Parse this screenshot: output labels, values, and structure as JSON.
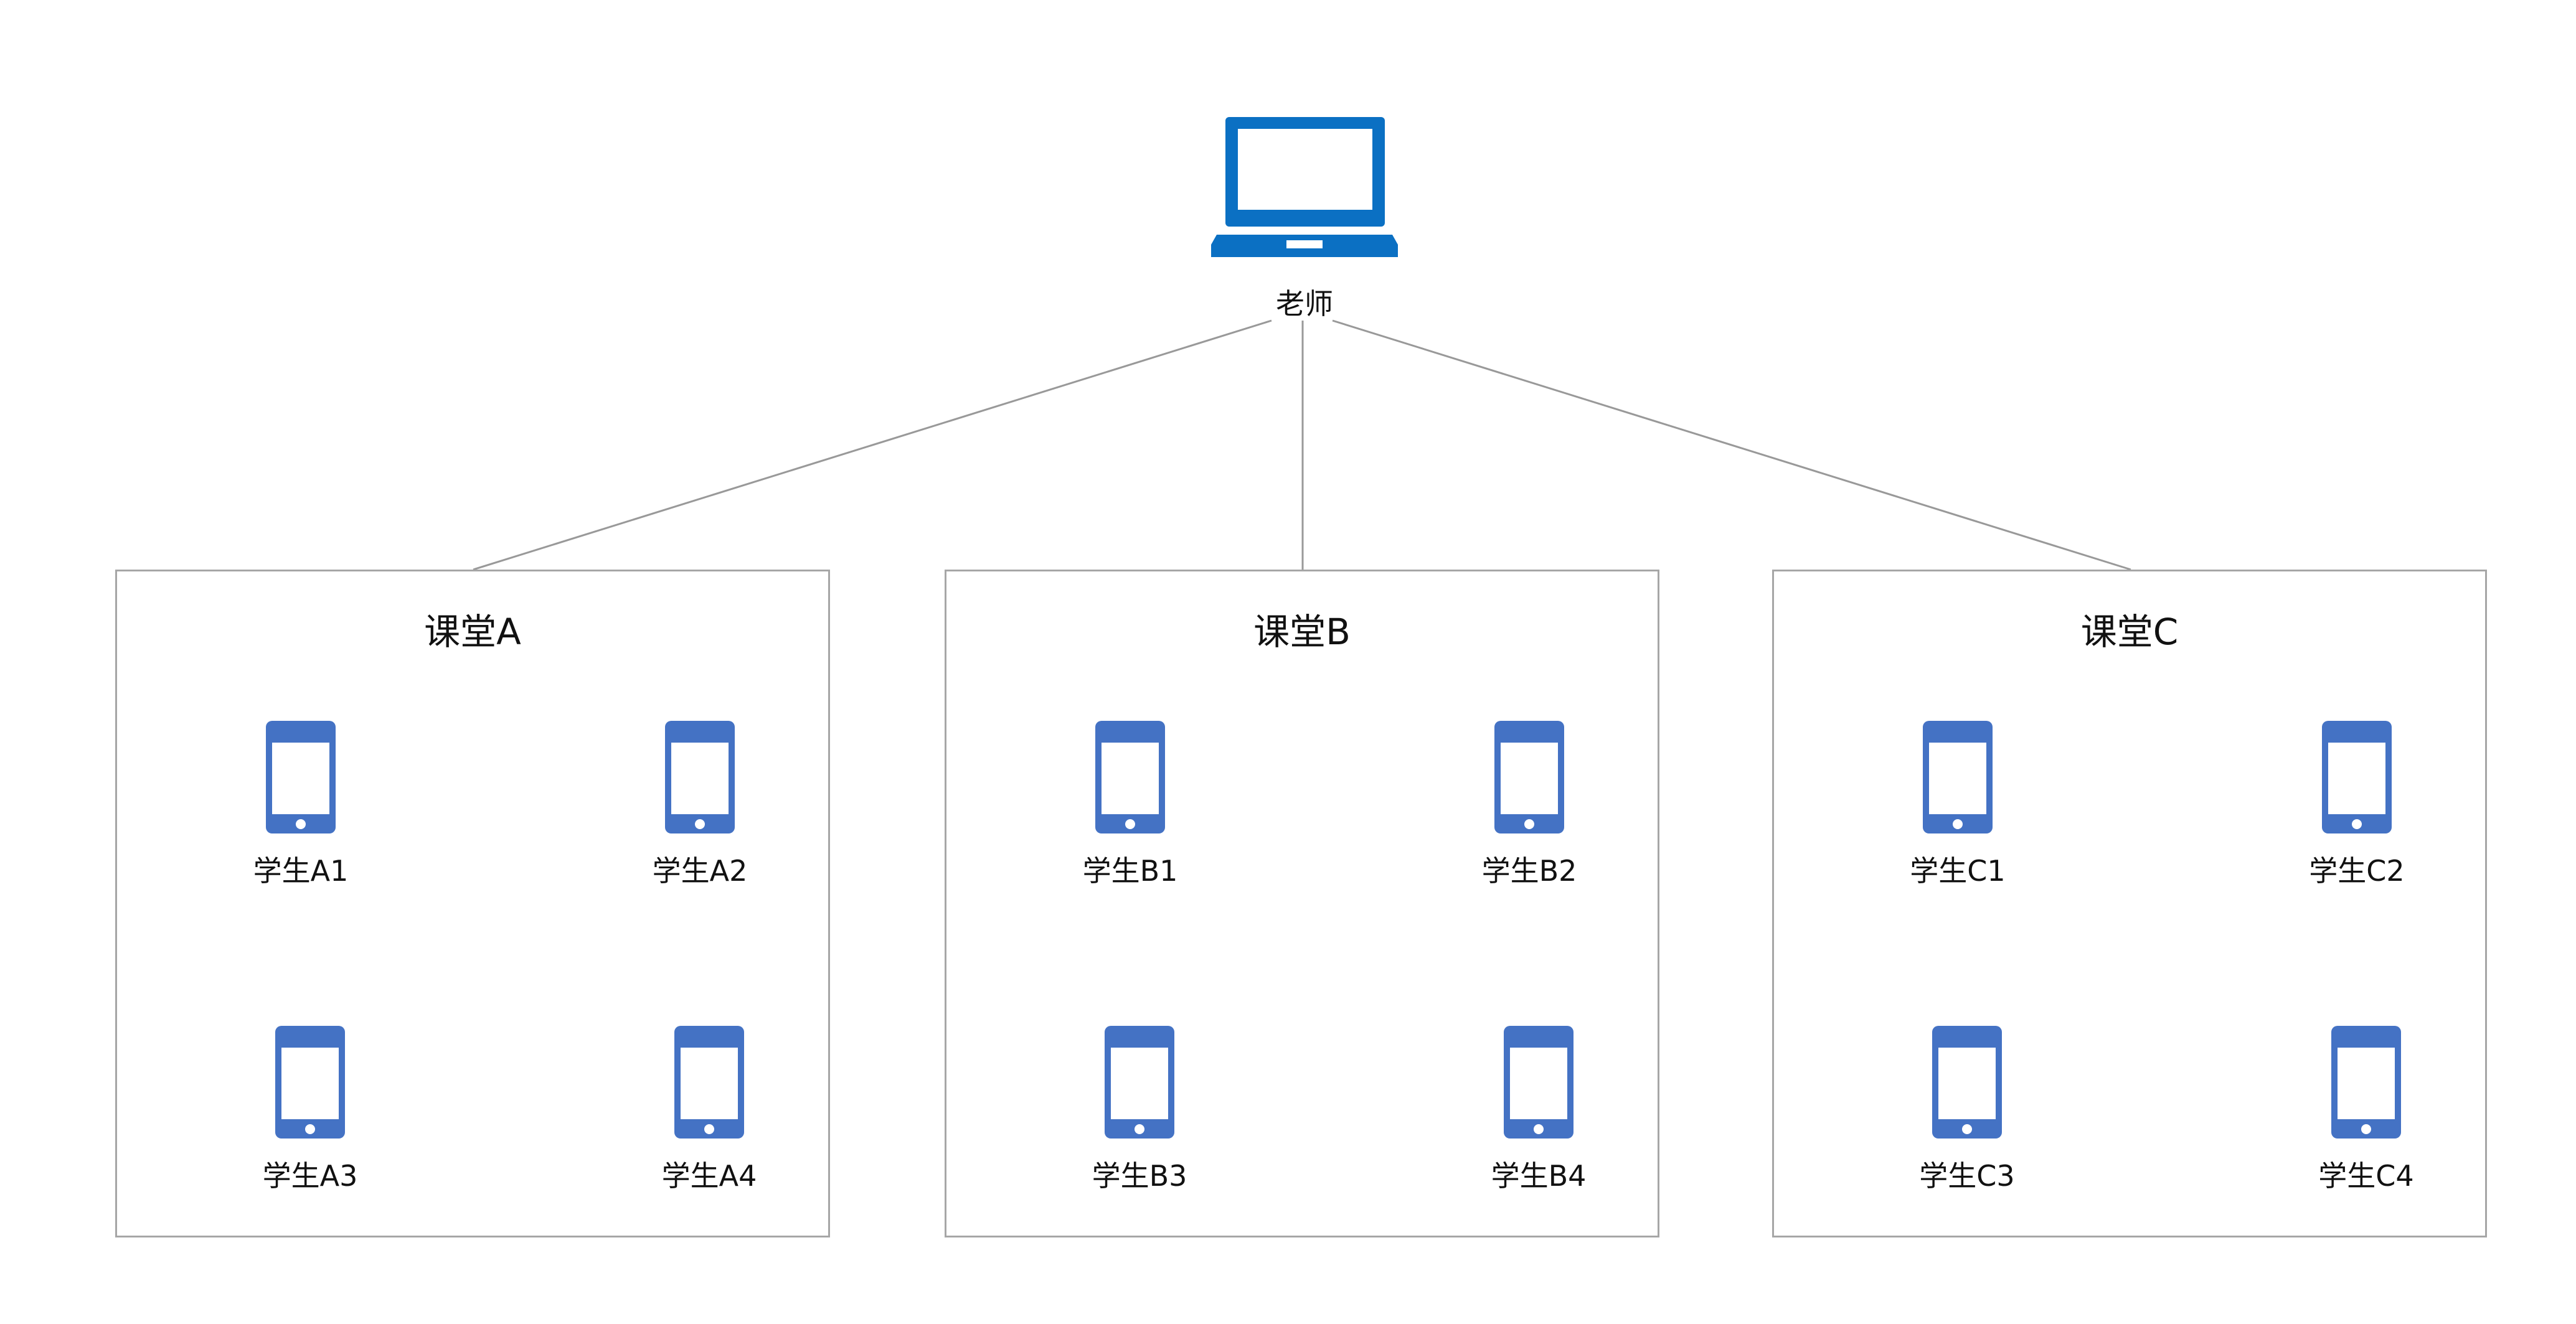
{
  "teacher": {
    "label": "老师",
    "icon": "laptop-icon"
  },
  "colors": {
    "laptop": "#0b70c3",
    "phone": "#4472c4",
    "line": "#999999",
    "border": "#a6a6a6"
  },
  "classrooms": [
    {
      "title": "课堂A",
      "students": [
        "学生A1",
        "学生A2",
        "学生A3",
        "学生A4"
      ]
    },
    {
      "title": "课堂B",
      "students": [
        "学生B1",
        "学生B2",
        "学生B3",
        "学生B4"
      ]
    },
    {
      "title": "课堂C",
      "students": [
        "学生C1",
        "学生C2",
        "学生C3",
        "学生C4"
      ]
    }
  ]
}
